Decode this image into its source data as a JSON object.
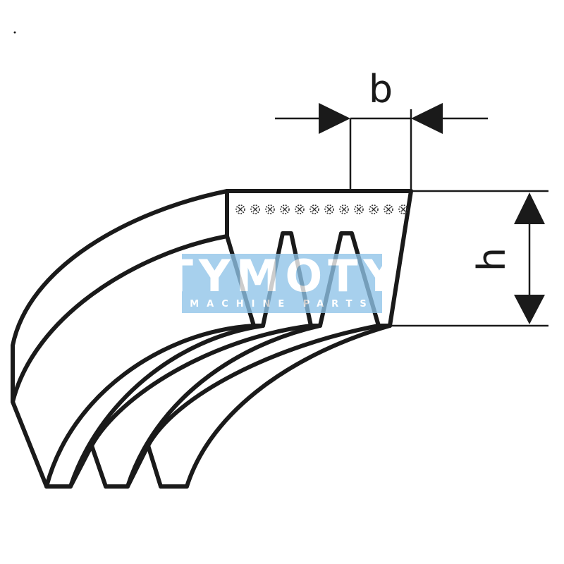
{
  "diagram": {
    "dimensions": {
      "width_label": "b",
      "height_label": "h"
    },
    "rib_count": 3,
    "cord_marks": 12
  },
  "watermark": {
    "title": "TYMOTY",
    "subtitle": "MACHINE PARTS",
    "color": "#8fc3e8"
  }
}
